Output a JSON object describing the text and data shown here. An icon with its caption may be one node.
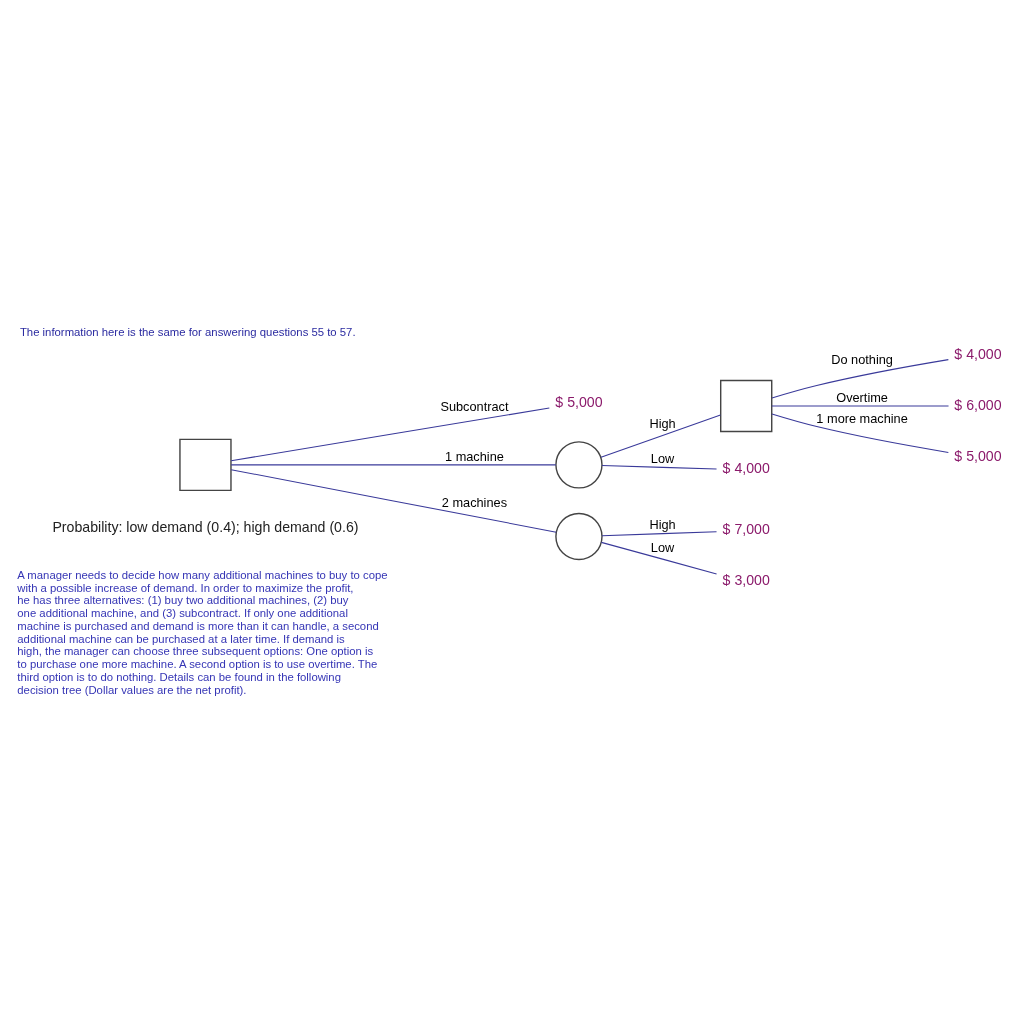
{
  "diagram": {
    "title": "The information here is the same for answering questions 55 to 57.",
    "nodes": [
      {
        "text": [],
        "shape": "box"
      },
      {
        "text": [
          "$ 5,000"
        ]
      },
      {
        "text": [],
        "shape": "circle"
      },
      {
        "text": [],
        "shape": "circle"
      },
      {
        "text": [],
        "shape": "box"
      },
      {
        "text": [
          "$ 4,000"
        ]
      },
      {
        "text": [
          "$ 7,000"
        ]
      },
      {
        "text": [
          "$ 3,000"
        ]
      },
      {
        "text": [
          "$ 4,000"
        ]
      },
      {
        "text": [
          "$ 6,000"
        ]
      },
      {
        "text": [
          "$ 5,000"
        ]
      }
    ],
    "edges": [
      {
        "from": 0,
        "to": 1,
        "arrow": "none",
        "label": "Subcontract"
      },
      {
        "from": 0,
        "to": 2,
        "arrow": "none",
        "label": "1 machine"
      },
      {
        "from": 0,
        "to": 3,
        "arrow": "none",
        "label": "2 machines"
      },
      {
        "from": 2,
        "to": 4,
        "arrow": "none",
        "label": "High"
      },
      {
        "from": 2,
        "to": 5,
        "arrow": "none",
        "label": "Low"
      },
      {
        "from": 3,
        "to": 6,
        "arrow": "none",
        "label": "High"
      },
      {
        "from": 3,
        "to": 7,
        "arrow": "none",
        "label": "Low"
      },
      {
        "from": 4,
        "to": 8,
        "arrow": "none",
        "label": "Do nothing"
      },
      {
        "from": 4,
        "to": 9,
        "arrow": "none",
        "label": "Overtime"
      },
      {
        "from": 4,
        "to": 10,
        "arrow": "none",
        "label": "1 more machine"
      }
    ],
    "labels": [
      "A manager needs to decide how many additional machines to buy to cope with a possible increase of demand. In order to maximize the profit, he has three alternatives: (1) buy two additional machines, (2) buy one additional machine, and (3) subcontract. If only one additional machine is purchased and demand is more than it can handle, a second additional machine can be purchased at a later time. If demand is high, the manager can choose three subsequent options: One option is to purchase one more machine. A second option is to use overtime. The third option is to do nothing. Details can be found in the following decision tree (Dollar values are the net profit).",
      "Probability: low demand (0.4); high demand (0.6)"
    ]
  }
}
